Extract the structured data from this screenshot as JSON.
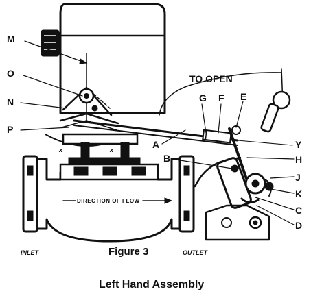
{
  "labels": {
    "M": "M",
    "O": "O",
    "N": "N",
    "P": "P",
    "A": "A",
    "B": "B",
    "G": "G",
    "F": "F",
    "E": "E",
    "Y": "Y",
    "H": "H",
    "J": "J",
    "K": "K",
    "C": "C",
    "D": "D",
    "x1": "x",
    "x2": "x"
  },
  "to_open": "TO OPEN",
  "direction_of_flow": "DIRECTION OF FLOW",
  "inlet": "INLET",
  "outlet": "OUTLET",
  "figure_caption": "Figure 3",
  "assembly_caption": "Left Hand Assembly"
}
